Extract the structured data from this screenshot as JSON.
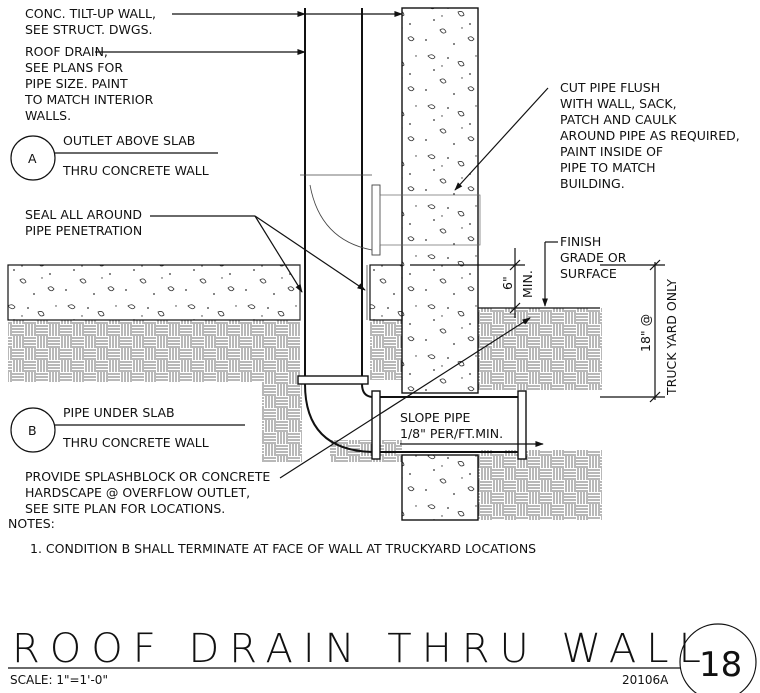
{
  "labels": {
    "wall": [
      "CONC. TILT-UP WALL,",
      "SEE STRUCT. DWGS."
    ],
    "roof_drain": [
      "ROOF DRAIN,",
      "SEE PLANS FOR",
      "PIPE SIZE. PAINT",
      "TO MATCH INTERIOR",
      "WALLS."
    ],
    "cut_pipe": [
      "CUT PIPE FLUSH",
      "WITH WALL, SACK,",
      "PATCH AND CAULK",
      "AROUND PIPE AS REQUIRED,",
      "PAINT INSIDE OF",
      "PIPE TO MATCH",
      "BUILDING."
    ],
    "seal": [
      "SEAL ALL AROUND",
      "PIPE PENETRATION"
    ],
    "finish": [
      "FINISH",
      "GRADE OR",
      "SURFACE"
    ],
    "six_min_dim": "6\"",
    "six_min_min": "MIN.",
    "eighteen_dim": "18\" @",
    "truck_yard": "TRUCK YARD ONLY",
    "slope": [
      "SLOPE PIPE",
      "1/8\" PER/FT.MIN."
    ],
    "splash": [
      "PROVIDE SPLASHBLOCK OR CONCRETE",
      "HARDSCAPE @ OVERFLOW OUTLET,",
      "SEE SITE PLAN FOR LOCATIONS."
    ]
  },
  "conditions": [
    {
      "letter": "A",
      "line1": "OUTLET ABOVE SLAB",
      "line2": "THRU CONCRETE WALL"
    },
    {
      "letter": "B",
      "line1": "PIPE UNDER SLAB",
      "line2": "THRU CONCRETE WALL"
    }
  ],
  "notes": {
    "heading": "NOTES:",
    "items": [
      "1. CONDITION B SHALL TERMINATE AT FACE OF WALL AT TRUCKYARD LOCATIONS"
    ]
  },
  "title_block": {
    "title": "ROOF DRAIN THRU WALL",
    "scale": "SCALE: 1\"=1'-0\"",
    "code": "20106A",
    "detail_number": "18"
  }
}
